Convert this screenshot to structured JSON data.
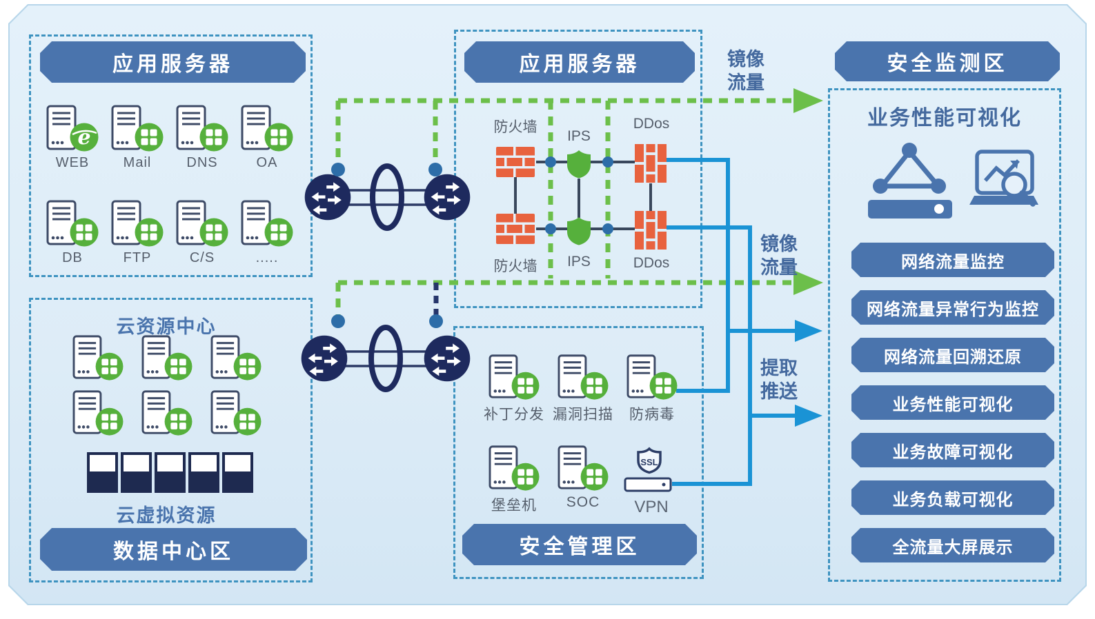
{
  "colors": {
    "banner_blue": "#4a74ad",
    "zone_border": "#3e93c0",
    "badge_green": "#56b03c",
    "flow_green": "#6cbf4a",
    "flow_blue": "#1a93d5",
    "device_orange": "#e8623e",
    "router_navy": "#1e2a5e",
    "label_blue": "#44699e"
  },
  "zones": {
    "app_servers_left": {
      "title": "应用服务器",
      "servers": [
        {
          "label": "WEB",
          "badge": "browser"
        },
        {
          "label": "Mail",
          "badge": "grid"
        },
        {
          "label": "DNS",
          "badge": "grid"
        },
        {
          "label": "OA",
          "badge": "grid"
        },
        {
          "label": "DB",
          "badge": "grid"
        },
        {
          "label": "FTP",
          "badge": "grid"
        },
        {
          "label": "C/S",
          "badge": "grid"
        },
        {
          "label": ".....",
          "badge": "grid"
        }
      ]
    },
    "data_center": {
      "title": "数据中心区",
      "cluster_title": "云资源中心",
      "vm_title": "云虚拟资源",
      "servers": [
        {
          "badge": "grid"
        },
        {
          "badge": "grid"
        },
        {
          "badge": "grid"
        },
        {
          "badge": "grid"
        },
        {
          "badge": "grid"
        },
        {
          "badge": "grid"
        }
      ],
      "vm_count": 5
    },
    "app_servers_mid": {
      "title": "应用服务器",
      "labels_top": {
        "firewall": "防火墙",
        "ips": "IPS",
        "ddos": "DDos"
      },
      "labels_bottom": {
        "firewall": "防火墙",
        "ips": "IPS",
        "ddos": "DDos"
      }
    },
    "security_mgmt": {
      "title": "安全管理区",
      "servers_row1": [
        {
          "label": "补丁分发",
          "badge": "grid"
        },
        {
          "label": "漏洞扫描",
          "badge": "grid"
        },
        {
          "label": "防病毒",
          "badge": "grid"
        }
      ],
      "servers_row2": [
        {
          "label": "堡垒机",
          "badge": "grid"
        },
        {
          "label": "SOC",
          "badge": "grid"
        }
      ],
      "vpn": {
        "label": "VPN",
        "shield_text": "SSL"
      }
    },
    "security_monitor": {
      "title": "安全监测区",
      "panel_title": "业务性能可视化",
      "items": [
        "网络流量监控",
        "网络流量异常行为监控",
        "网络流量回溯还原",
        "业务性能可视化",
        "业务故障可视化",
        "业务负载可视化",
        "全流量大屏展示"
      ]
    }
  },
  "flows": {
    "mirror_traffic_top": "镜像流量",
    "mirror_traffic_mid": "镜像流量",
    "extract_push": "提取推送"
  }
}
